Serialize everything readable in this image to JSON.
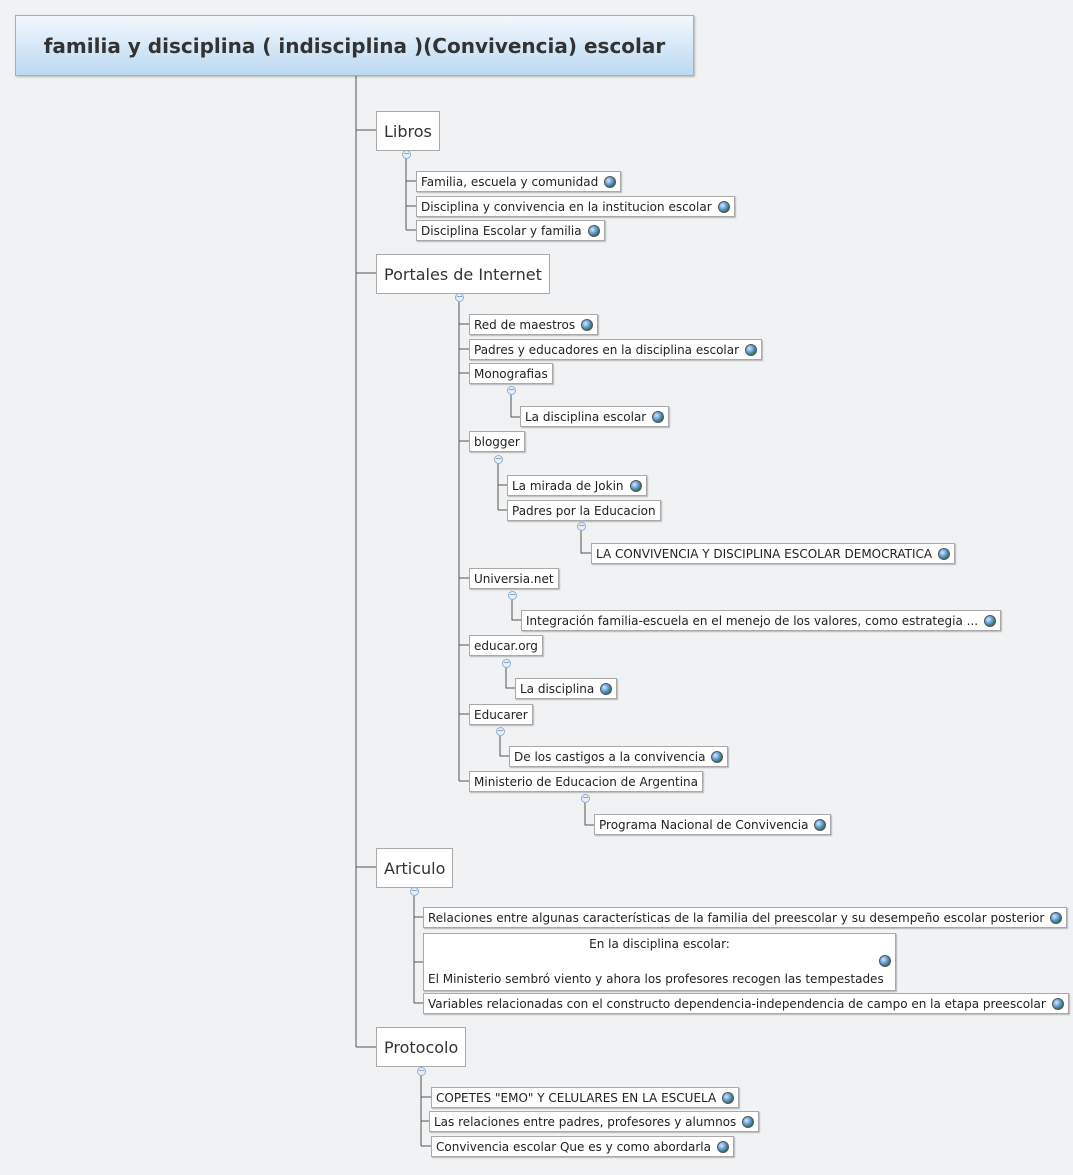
{
  "root": {
    "title": "familia y disciplina ( indisciplina )(Convivencia) escolar"
  },
  "libros": {
    "label": "Libros",
    "items": [
      "Familia, escuela y comunidad",
      "Disciplina y convivencia en la institucion escolar",
      "Disciplina Escolar y familia"
    ]
  },
  "portales": {
    "label": "Portales de Internet",
    "red_maestros": "Red de maestros",
    "padres_educadores": "Padres y educadores en la disciplina escolar",
    "monografias": {
      "label": "Monografias",
      "child": "La disciplina escolar"
    },
    "blogger": {
      "label": "blogger",
      "mirada": "La mirada de Jokin",
      "padres_educacion": "Padres por la Educacion",
      "convivencia_democratica": "LA CONVIVENCIA Y DISCIPLINA ESCOLAR DEMOCRATICA"
    },
    "universia": {
      "label": "Universia.net",
      "child": "Integración familia-escuela en el menejo de los valores, como estrategia ..."
    },
    "educar": {
      "label": "educar.org",
      "child": "La disciplina"
    },
    "educarer": {
      "label": "Educarer",
      "child": "De los castigos a la convivencia"
    },
    "ministerio": {
      "label": "Ministerio de Educacion de Argentina",
      "child": "Programa Nacional de Convivencia"
    }
  },
  "articulo": {
    "label": "Articulo",
    "item1": "Relaciones entre algunas características de la familia del preescolar y su desempeño escolar posterior",
    "item2_line1": "En la disciplina escolar:",
    "item2_line2": "El Ministerio sembró viento y ahora los profesores recogen las tempestades",
    "item3": "Variables relacionadas con el constructo dependencia-independencia de campo en la etapa preescolar"
  },
  "protocolo": {
    "label": "Protocolo",
    "items": [
      "COPETES \"EMO\" Y CELULARES EN LA ESCUELA",
      "Las relaciones entre padres, profesores y alumnos",
      "Convivencia escolar Que es y como abordarla"
    ]
  },
  "colors": {
    "line": "#555555",
    "root_top": "#f2f8fd",
    "root_bottom": "#bcd9f1"
  },
  "icons": {
    "link": "globe-link-icon",
    "collapse": "collapse-minus-icon"
  }
}
